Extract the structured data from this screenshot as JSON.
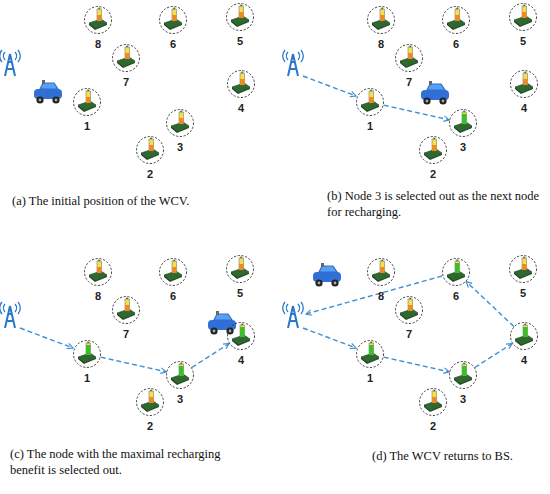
{
  "diagram": {
    "nodes": [
      {
        "text": [
          "8"
        ]
      },
      {
        "text": [
          "6"
        ]
      },
      {
        "text": [
          "5"
        ]
      },
      {
        "text": [
          "7"
        ]
      },
      {
        "text": [
          "4"
        ]
      },
      {
        "text": [
          "1"
        ]
      },
      {
        "text": [
          "3"
        ]
      },
      {
        "text": [
          "2"
        ]
      },
      {
        "text": [
          "8"
        ]
      },
      {
        "text": [
          "6"
        ]
      },
      {
        "text": [
          "5"
        ]
      },
      {
        "text": [
          "7"
        ]
      },
      {
        "text": [
          "4"
        ]
      },
      {
        "text": [
          "1"
        ]
      },
      {
        "text": [
          "3"
        ]
      },
      {
        "text": [
          "2"
        ]
      },
      {
        "text": [
          "8"
        ]
      },
      {
        "text": [
          "6"
        ]
      },
      {
        "text": [
          "5"
        ]
      },
      {
        "text": [
          "7"
        ]
      },
      {
        "text": [
          "4"
        ]
      },
      {
        "text": [
          "1"
        ]
      },
      {
        "text": [
          "3"
        ]
      },
      {
        "text": [
          "2"
        ]
      },
      {
        "text": [
          "8"
        ]
      },
      {
        "text": [
          "6"
        ]
      },
      {
        "text": [
          "5"
        ]
      },
      {
        "text": [
          "7"
        ]
      },
      {
        "text": [
          "4"
        ]
      },
      {
        "text": [
          "1"
        ]
      },
      {
        "text": [
          "3"
        ]
      },
      {
        "text": [
          "2"
        ]
      }
    ],
    "edges": [
      {
        "from": 13,
        "to": 14,
        "arrow": "to"
      },
      {
        "from": 21,
        "to": 22,
        "arrow": "to"
      },
      {
        "from": 22,
        "to": 20,
        "arrow": "to"
      },
      {
        "from": 29,
        "to": 30,
        "arrow": "to"
      },
      {
        "from": 30,
        "to": 28,
        "arrow": "to"
      },
      {
        "from": 28,
        "to": 25,
        "arrow": "to"
      }
    ],
    "labels": [
      "(a) The initial position of the WCV.",
      "(b) Node 3 is selected out as the next node for recharging.",
      "(c) The node with the maximal recharging benefit is selected out.",
      "(d) The WCV returns to BS."
    ]
  }
}
